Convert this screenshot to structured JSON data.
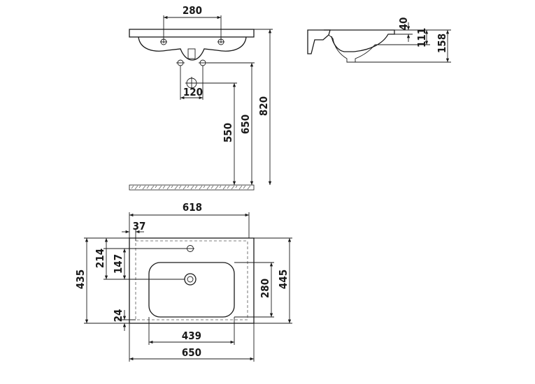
{
  "front_view": {
    "tap_spacing": "280",
    "waste_spacing": "120",
    "waste_height": "550",
    "tap_height": "650",
    "total_height": "820"
  },
  "side_view": {
    "rim_thickness": "40",
    "bowl_depth": "111",
    "total_depth": "158"
  },
  "top_view": {
    "inner_width_top": "618",
    "offset": "37",
    "tap_to_back": "214",
    "bowl_to_back": "147",
    "total_depth": "435",
    "front_offset": "24",
    "bowl_width": "439",
    "overall_width": "650",
    "bowl_depth": "280",
    "right_depth": "445"
  }
}
